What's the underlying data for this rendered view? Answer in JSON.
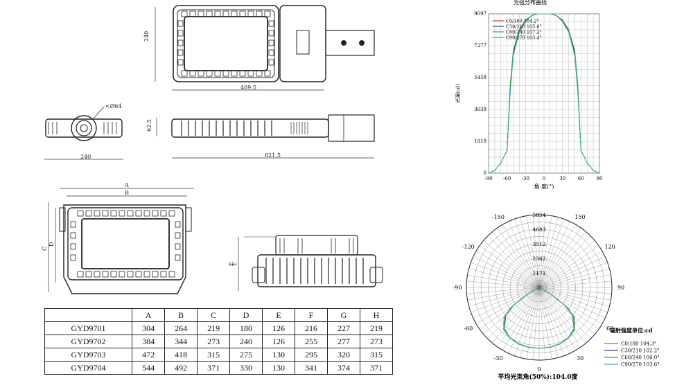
{
  "drawings": {
    "top_view": {
      "width_dim": "469.5",
      "height_dim": "240"
    },
    "front_view": {
      "depth_dim": "240",
      "hole_label": "<Ø64"
    },
    "side_view": {
      "height_dim": "62.5",
      "length_dim": "621.5"
    },
    "section_view": {
      "labels": [
        "A",
        "B",
        "C",
        "D"
      ]
    },
    "profile_view": {
      "labels": [
        "E",
        "F"
      ]
    }
  },
  "dimension_table": {
    "headers": [
      "",
      "A",
      "B",
      "C",
      "D",
      "E",
      "F",
      "G",
      "H"
    ],
    "rows": [
      [
        "GYD9701",
        "304",
        "264",
        "219",
        "180",
        "126",
        "216",
        "227",
        "219"
      ],
      [
        "GYD9702",
        "384",
        "344",
        "273",
        "240",
        "126",
        "255",
        "277",
        "273"
      ],
      [
        "GYD9703",
        "472",
        "418",
        "315",
        "275",
        "130",
        "295",
        "320",
        "315"
      ],
      [
        "GYD9704",
        "544",
        "492",
        "371",
        "330",
        "130",
        "341",
        "374",
        "371"
      ]
    ]
  },
  "chart_data": [
    {
      "type": "line",
      "title": "光强分布曲线",
      "xlabel": "角 度(°)",
      "ylabel": "光强(cd)",
      "xlim": [
        -90,
        90
      ],
      "ylim": [
        0,
        9097
      ],
      "xticks": [
        "-90",
        "-60",
        "-30",
        "0",
        "30",
        "60",
        "90"
      ],
      "yticks": [
        "0",
        "1819",
        "3639",
        "5458",
        "7277",
        "9097"
      ],
      "grid": true,
      "legend_position": "top-left",
      "colors": [
        "#e0443a",
        "#3a3aa8",
        "#3aa83a",
        "#3ab0b0"
      ],
      "series": [
        {
          "name": "C0/180 104.2°",
          "x": [
            -90,
            -80,
            -70,
            -60,
            -55,
            -50,
            -40,
            -30,
            -20,
            -10,
            0,
            10,
            20,
            30,
            40,
            50,
            55,
            60,
            70,
            80,
            90
          ],
          "values": [
            0,
            150,
            600,
            1300,
            4700,
            6800,
            8100,
            8700,
            9000,
            9097,
            9097,
            9097,
            9000,
            8700,
            8100,
            6800,
            4700,
            1300,
            600,
            150,
            0
          ]
        },
        {
          "name": "C30/210 105.6°",
          "x": [
            -90,
            -80,
            -70,
            -60,
            -55,
            -50,
            -40,
            -30,
            -20,
            -10,
            0,
            10,
            20,
            30,
            40,
            50,
            55,
            60,
            70,
            80,
            90
          ],
          "values": [
            0,
            150,
            600,
            1300,
            4900,
            6900,
            8150,
            8700,
            9000,
            9097,
            9097,
            9097,
            9000,
            8700,
            8150,
            6900,
            4900,
            1300,
            600,
            150,
            0
          ]
        },
        {
          "name": "C60/240 107.2°",
          "x": [
            -90,
            -80,
            -70,
            -60,
            -55,
            -50,
            -40,
            -30,
            -20,
            -10,
            0,
            10,
            20,
            30,
            40,
            50,
            55,
            60,
            70,
            80,
            90
          ],
          "values": [
            0,
            150,
            600,
            1300,
            5000,
            7000,
            8200,
            8750,
            9000,
            9097,
            9097,
            9097,
            9000,
            8750,
            8200,
            7000,
            5000,
            1300,
            600,
            150,
            0
          ]
        },
        {
          "name": "C90/270 103.4°",
          "x": [
            -90,
            -80,
            -70,
            -60,
            -55,
            -50,
            -40,
            -30,
            -20,
            -10,
            0,
            10,
            20,
            30,
            40,
            50,
            55,
            60,
            70,
            80,
            90
          ],
          "values": [
            0,
            150,
            600,
            1300,
            4500,
            6700,
            8050,
            8650,
            9000,
            9097,
            9097,
            9097,
            9000,
            8650,
            8050,
            6700,
            4500,
            1300,
            600,
            150,
            0
          ]
        }
      ]
    },
    {
      "type": "polar",
      "title": "",
      "radial_ticks": [
        "0",
        "1171",
        "2342",
        "3512",
        "4683",
        "5854"
      ],
      "rmax": 5854,
      "angle_labels": [
        "-150",
        "150",
        "-120",
        "120",
        "-90",
        "90",
        "-60",
        "60",
        "-30",
        "30",
        "0"
      ],
      "legend_title": "辐射强度单位:cd",
      "legend_position": "bottom-right",
      "footer": "平均光束角(50%):104.0度",
      "colors": [
        "#e0443a",
        "#3a3aa8",
        "#3aa83a",
        "#3ab0b0"
      ],
      "series": [
        {
          "name": "C0/180 104.3°",
          "angles": [
            -90,
            -60,
            -55,
            -50,
            -40,
            -30,
            -20,
            -10,
            0,
            10,
            20,
            30,
            40,
            50,
            55,
            60,
            90
          ],
          "values": [
            0,
            1100,
            2600,
            3600,
            4400,
            4700,
            4850,
            4900,
            4900,
            4900,
            4850,
            4700,
            4400,
            3600,
            2600,
            1100,
            0
          ]
        },
        {
          "name": "C30/210 102.2°",
          "angles": [
            -90,
            -60,
            -55,
            -50,
            -40,
            -30,
            -20,
            -10,
            0,
            10,
            20,
            30,
            40,
            50,
            55,
            60,
            90
          ],
          "values": [
            0,
            1100,
            2500,
            3500,
            4350,
            4680,
            4830,
            4880,
            4900,
            4880,
            4830,
            4680,
            4350,
            3500,
            2500,
            1100,
            0
          ]
        },
        {
          "name": "C60/240 106.0°",
          "angles": [
            -90,
            -60,
            -55,
            -50,
            -40,
            -30,
            -20,
            -10,
            0,
            10,
            20,
            30,
            40,
            50,
            55,
            60,
            90
          ],
          "values": [
            0,
            1150,
            2700,
            3700,
            4450,
            4720,
            4860,
            4900,
            4900,
            4900,
            4860,
            4720,
            4450,
            3700,
            2700,
            1150,
            0
          ]
        },
        {
          "name": "C90/270 103.6°",
          "angles": [
            -90,
            -60,
            -55,
            -50,
            -40,
            -30,
            -20,
            -10,
            0,
            10,
            20,
            30,
            40,
            50,
            55,
            60,
            90
          ],
          "values": [
            0,
            1100,
            2550,
            3550,
            4380,
            4690,
            4840,
            4890,
            4900,
            4890,
            4840,
            4690,
            4380,
            3550,
            2550,
            1100,
            0
          ]
        }
      ]
    }
  ]
}
